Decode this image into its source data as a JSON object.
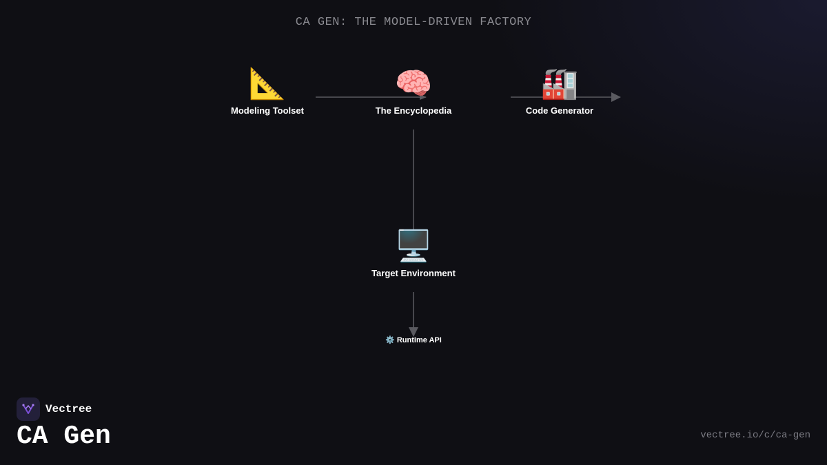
{
  "header": {
    "title": "CA GEN: THE MODEL-DRIVEN FACTORY"
  },
  "diagram": {
    "nodes": [
      {
        "id": "toolset",
        "label": "Modeling Toolset",
        "icon": "📐",
        "icon_name": "triangular-ruler-icon"
      },
      {
        "id": "encyclopedia",
        "label": "The Encyclopedia",
        "icon": "🧠",
        "icon_name": "brain-icon"
      },
      {
        "id": "codegen",
        "label": "Code Generator",
        "icon": "🏭",
        "icon_name": "factory-icon"
      },
      {
        "id": "target",
        "label": "Target Environment",
        "icon": "🖥️",
        "icon_name": "desktop-computer-icon"
      }
    ],
    "runtime": {
      "icon": "⚙️",
      "icon_name": "gear-icon",
      "label": "Runtime API"
    },
    "edges": [
      {
        "from": "toolset",
        "to": "encyclopedia"
      },
      {
        "from": "encyclopedia",
        "to": "codegen"
      },
      {
        "from": "encyclopedia",
        "to": "target"
      },
      {
        "from": "target",
        "to": "runtime"
      }
    ],
    "edge_color": "#5a5a60"
  },
  "footer": {
    "brand_name": "Vectree",
    "brand_logo_icon": "vectree-logo-icon",
    "accent_color": "#7b4fd6",
    "product_title": "CA Gen",
    "url": "vectree.io/c/ca-gen"
  }
}
